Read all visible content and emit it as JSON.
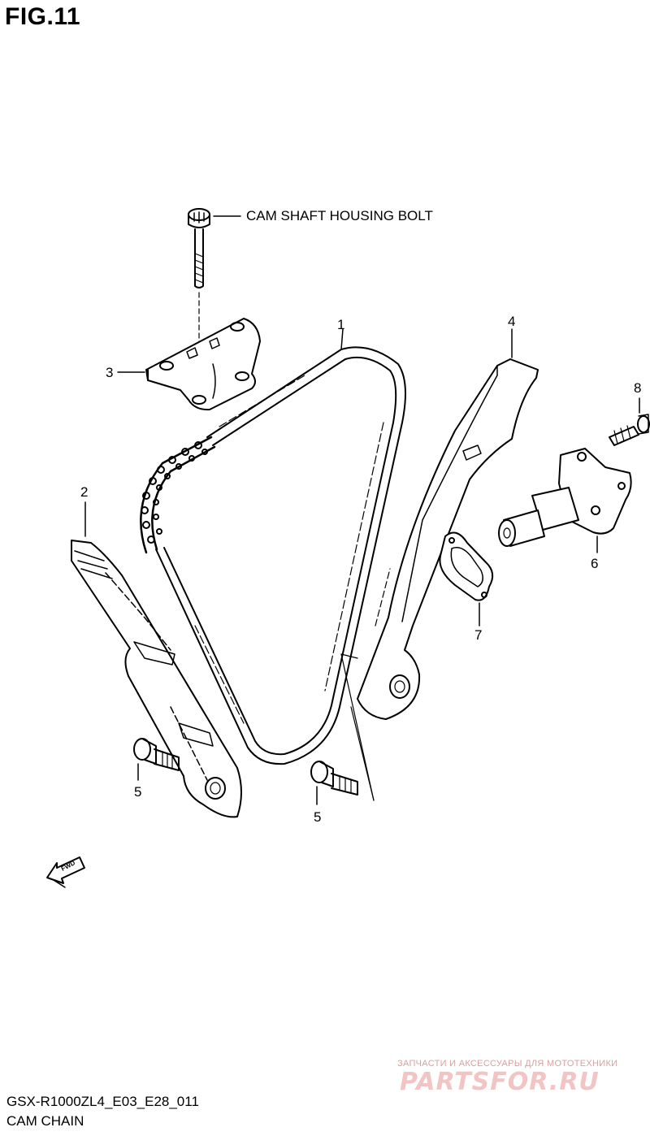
{
  "figure": {
    "title": "FIG.11"
  },
  "callouts": {
    "housing_bolt": "CAM SHAFT HOUSING BOLT"
  },
  "parts": [
    {
      "ref": "1",
      "kind": "cam-chain"
    },
    {
      "ref": "2",
      "kind": "chain-guide-left"
    },
    {
      "ref": "3",
      "kind": "cam-shaft-housing"
    },
    {
      "ref": "4",
      "kind": "chain-guide-right"
    },
    {
      "ref": "5",
      "kind": "pivot-bolt-left"
    },
    {
      "ref": "5",
      "kind": "pivot-bolt-right"
    },
    {
      "ref": "6",
      "kind": "chain-tensioner"
    },
    {
      "ref": "7",
      "kind": "tensioner-gasket"
    },
    {
      "ref": "8",
      "kind": "tensioner-bolt"
    }
  ],
  "fwd_arrow": {
    "text": "FWD",
    "icon": "fwd-arrow-icon"
  },
  "footer": {
    "model_code": "GSX-R1000ZL4_E03_E28_011",
    "section_name": "CAM CHAIN"
  },
  "watermark": {
    "subtitle": "ЗАПЧАСТИ И АКСЕССУАРЫ ДЛЯ МОТОТЕХНИКИ",
    "brand": "PARTSFOR.RU"
  },
  "colors": {
    "line": "#000000",
    "background": "#ffffff",
    "watermark": "#f2c4c4"
  }
}
